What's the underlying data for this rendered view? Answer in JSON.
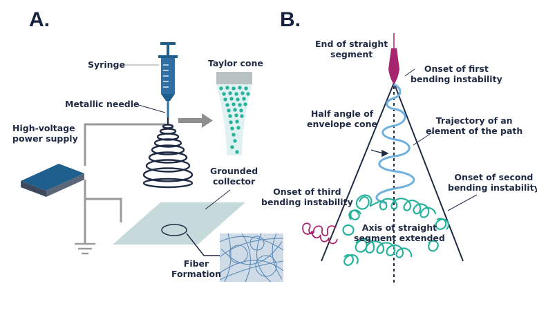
{
  "panel_a": {
    "letter": "A.",
    "labels": {
      "syringe": "Syringe",
      "taylor_cone": "Taylor cone",
      "metallic_needle": "Metallic needle",
      "power_supply": "High-voltage\npower supply",
      "grounded_collector": "Grounded\ncollector",
      "fiber_formation": "Fiber\nFormation"
    }
  },
  "panel_b": {
    "letter": "B.",
    "labels": {
      "end_straight": "End of straight\nsegment",
      "first_bending": "Onset of first\nbending instability",
      "half_angle": "Half angle of\nenvelope cone",
      "trajectory": "Trajectory of an\nelement of the path",
      "second_bending": "Onset of second\nbending instability",
      "third_bending": "Onset of third\nbending instability",
      "axis": "Axis of straight\nsegment extended"
    }
  },
  "colors": {
    "navy": "#1f2a44",
    "blue": "#2f6fa3",
    "teal": "#27b39b",
    "light_blue": "#6fb1de",
    "magenta": "#a8246f",
    "plate": "#c6dadb",
    "gray": "#9a9a9a"
  }
}
